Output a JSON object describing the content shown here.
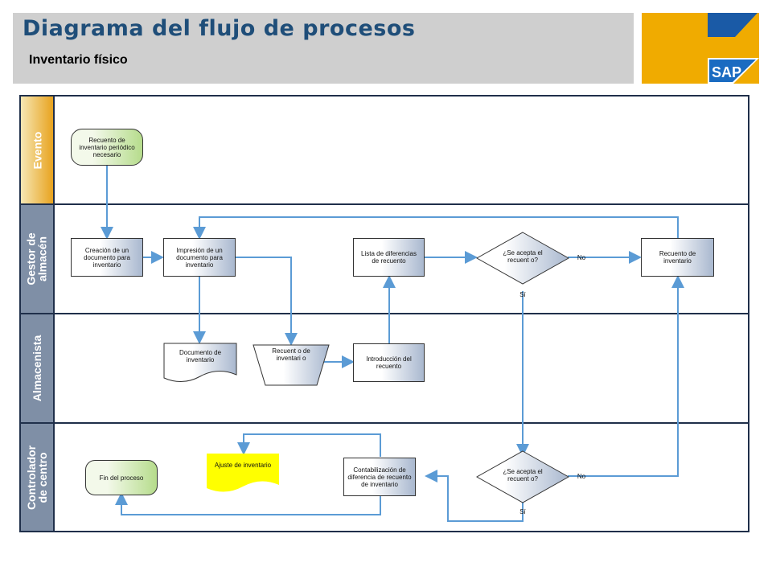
{
  "header": {
    "title": "Diagrama del flujo de procesos",
    "subtitle": "Inventario físico",
    "logo_text": "SAP",
    "logo_color": "#f0ab00"
  },
  "lanes": [
    {
      "label": "Evento"
    },
    {
      "label_lines": [
        "Gestor de",
        "almacén"
      ]
    },
    {
      "label": "Almacenista"
    },
    {
      "label_lines": [
        "Controlador",
        "de centro"
      ]
    }
  ],
  "steps": {
    "recuento_necesario": "Recuento de inventario periódico necesario",
    "creacion_documento": "Creación de un documento para inventario",
    "impresion_documento": "Impresión de un documento para inventario",
    "lista_diferencias": "Lista de diferencias de recuento",
    "decision_gestor": "¿Se acepta el recuent o?",
    "recuento_inventario": "Recuento de inventario",
    "documento_inventario": "Documento de inventario",
    "recuento_manual": "Recuent o de inventari o",
    "introduccion_recuento": "Introducción del recuento",
    "fin_proceso": "Fin del proceso",
    "ajuste_inventario": "Ajuste de inventario",
    "contabilizacion": "Contabilización de diferencia de recuento de inventario",
    "decision_controlador": "¿Se acepta el recuent o?"
  },
  "branch_labels": {
    "gestor_no": "No",
    "gestor_si": "Sí",
    "controlador_no": "No",
    "controlador_si": "Sí"
  },
  "colors": {
    "accent": "#1f4e79",
    "event_green": "#b6dc8c",
    "task_blue": "#a9b8cf",
    "adjust_yellow": "#ffff00",
    "connector": "#5b9bd5"
  }
}
